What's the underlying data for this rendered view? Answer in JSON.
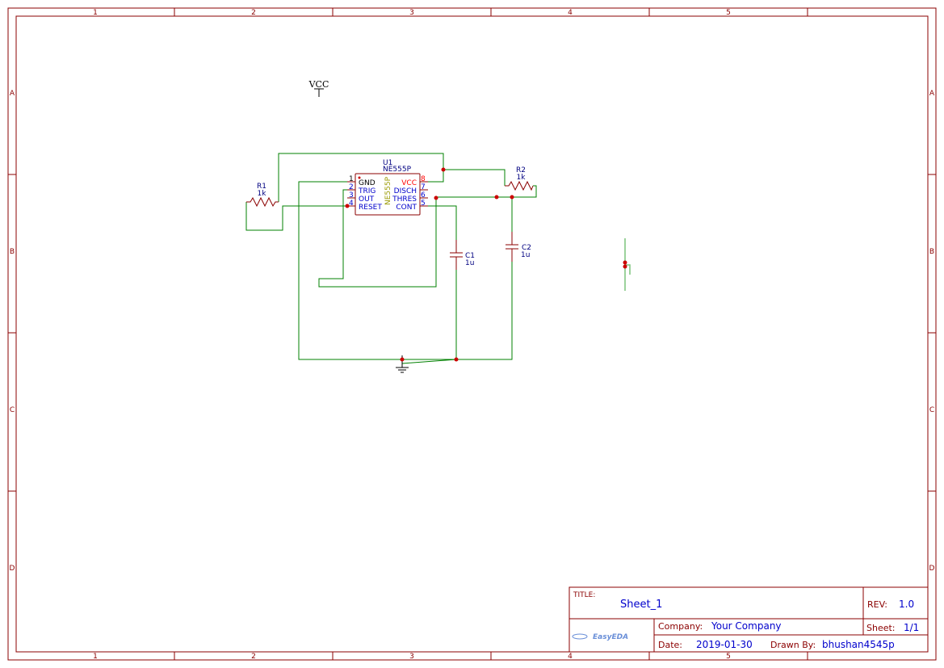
{
  "frame": {
    "columns": [
      "1",
      "2",
      "3",
      "4",
      "5"
    ],
    "rows": [
      "A",
      "B",
      "C",
      "D"
    ]
  },
  "vcc": {
    "label": "VCC"
  },
  "u1": {
    "ref": "U1",
    "value": "NE555P",
    "body_label": "NE555P",
    "left_pins": [
      {
        "num": "1",
        "name": "GND"
      },
      {
        "num": "2",
        "name": "TRIG"
      },
      {
        "num": "3",
        "name": "OUT"
      },
      {
        "num": "4",
        "name": "RESET"
      }
    ],
    "right_pins": [
      {
        "num": "8",
        "name": "VCC"
      },
      {
        "num": "7",
        "name": "DISCH"
      },
      {
        "num": "6",
        "name": "THRES"
      },
      {
        "num": "5",
        "name": "CONT"
      }
    ]
  },
  "r1": {
    "ref": "R1",
    "value": "1k"
  },
  "r2": {
    "ref": "R2",
    "value": "1k"
  },
  "c1": {
    "ref": "C1",
    "value": "1u"
  },
  "c2": {
    "ref": "C2",
    "value": "1u"
  },
  "title_block": {
    "title_label": "TITLE:",
    "title": "Sheet_1",
    "rev_label": "REV:",
    "rev": "1.0",
    "company_label": "Company:",
    "company": "Your Company",
    "sheet_label": "Sheet:",
    "sheet": "1/1",
    "date_label": "Date:",
    "date": "2019-01-30",
    "drawn_label": "Drawn By:",
    "drawn_by": "bhushan4545p",
    "logo": "EasyEDA"
  }
}
